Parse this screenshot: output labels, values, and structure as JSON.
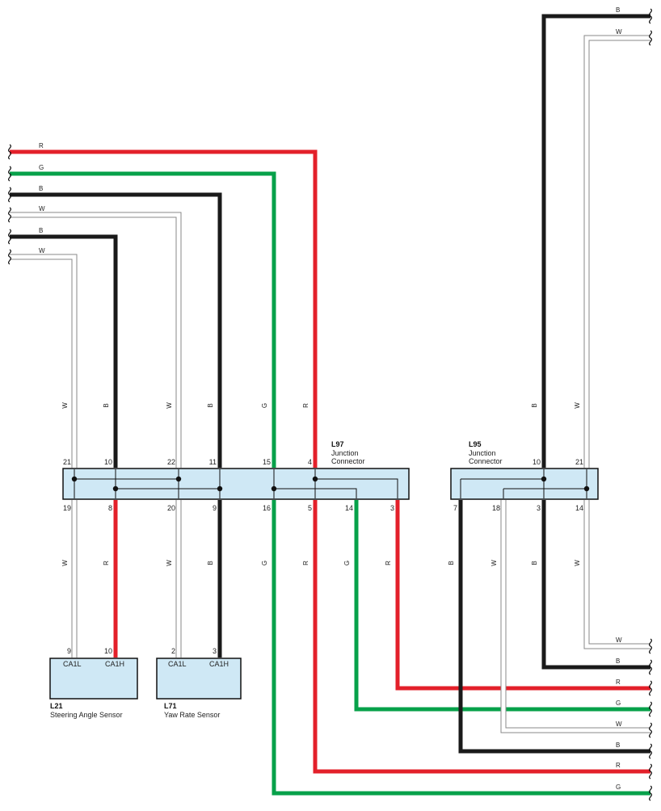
{
  "colors": {
    "R": "#e3202a",
    "G": "#07a14a",
    "B": "#1a1a1a",
    "W": "#ffffff",
    "W_edge": "#8a8a8a"
  },
  "connectors": {
    "l97": {
      "id": "L97",
      "line1": "Junction",
      "line2": "Connector",
      "top_pins": [
        "21",
        "10",
        "22",
        "11",
        "15",
        "4"
      ],
      "bottom_pins": [
        "19",
        "8",
        "20",
        "9",
        "16",
        "5",
        "14",
        "3"
      ]
    },
    "l95": {
      "id": "L95",
      "line1": "Junction",
      "line2": "Connector",
      "top_pins": [
        "10",
        "21"
      ],
      "bottom_pins": [
        "7",
        "18",
        "3",
        "14"
      ]
    }
  },
  "components": {
    "l21": {
      "id": "L21",
      "name": "Steering Angle Sensor",
      "pin_nums": [
        "9",
        "10"
      ],
      "pin_names": [
        "CA1L",
        "CA1H"
      ]
    },
    "l71": {
      "id": "L71",
      "name": "Yaw Rate Sensor",
      "pin_nums": [
        "2",
        "3"
      ],
      "pin_names": [
        "CA1L",
        "CA1H"
      ]
    }
  },
  "wire_labels": {
    "left_ends": [
      "R",
      "G",
      "B",
      "W",
      "B",
      "W"
    ],
    "right_top_ends": [
      "B",
      "W"
    ],
    "right_bottom_ends": [
      "W",
      "B",
      "R",
      "G",
      "W",
      "B",
      "R",
      "G"
    ],
    "l97_top_verticals": [
      "W",
      "B",
      "W",
      "B",
      "G",
      "R"
    ],
    "l97_bottom_verticals": [
      "W",
      "R",
      "W",
      "B",
      "G",
      "R",
      "G",
      "R"
    ],
    "l95_top_verticals": [
      "B",
      "W"
    ],
    "l95_bottom_verticals": [
      "B",
      "W",
      "B",
      "W"
    ]
  }
}
